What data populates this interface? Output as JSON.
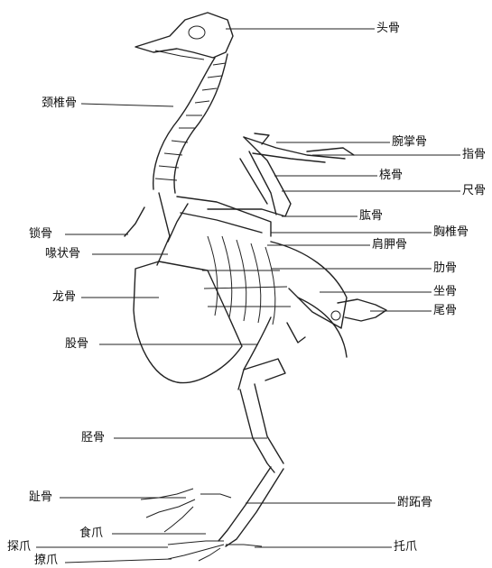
{
  "labels": {
    "skull": "头骨",
    "cervical_vertebrae": "颈椎骨",
    "carpometacarpus": "腕掌骨",
    "phalanges": "指骨",
    "radius": "桡骨",
    "ulna": "尺骨",
    "humerus": "肱骨",
    "thoracic_vertebrae": "胸椎骨",
    "scapula": "肩胛骨",
    "clavicle": "锁骨",
    "coracoid": "喙状骨",
    "rib": "肋骨",
    "ischium": "坐骨",
    "keel": "龙骨",
    "pygostyle": "尾骨",
    "femur": "股骨",
    "tibia": "胫骨",
    "toe_bones": "趾骨",
    "tarsometatarsus": "跗跖骨",
    "hallux_claw": "食爪",
    "probing_claw": "探爪",
    "support_claw": "托爪",
    "scratch_claw": "撩爪"
  }
}
